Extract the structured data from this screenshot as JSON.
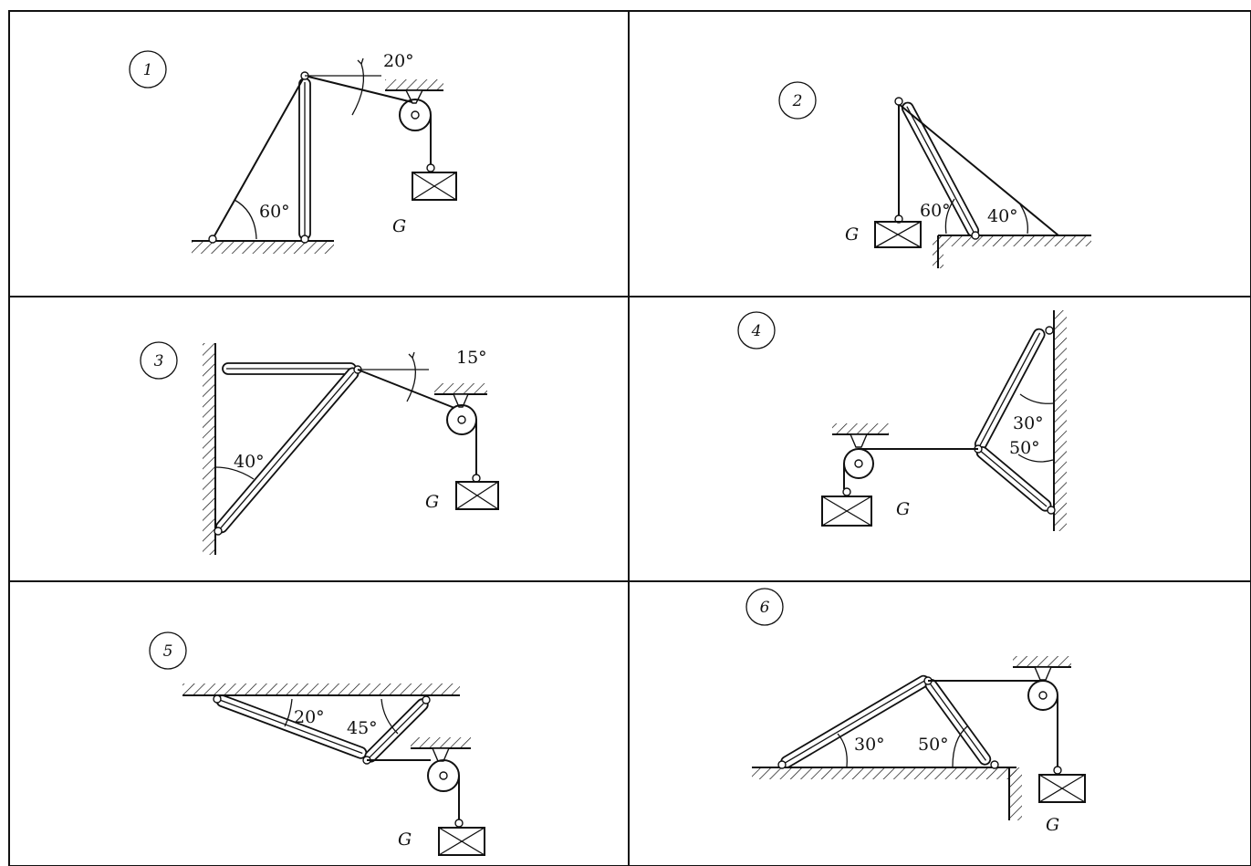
{
  "panels": [
    {
      "number": "1",
      "angles": [
        "20°",
        "60°"
      ],
      "load": "G"
    },
    {
      "number": "2",
      "angles": [
        "60°",
        "40°"
      ],
      "load": "G"
    },
    {
      "number": "3",
      "angles": [
        "15°",
        "40°"
      ],
      "load": "G"
    },
    {
      "number": "4",
      "angles": [
        "30°",
        "50°"
      ],
      "load": "G"
    },
    {
      "number": "5",
      "angles": [
        "20°",
        "45°"
      ],
      "load": "G"
    },
    {
      "number": "6",
      "angles": [
        "30°",
        "50°"
      ],
      "load": "G"
    }
  ]
}
